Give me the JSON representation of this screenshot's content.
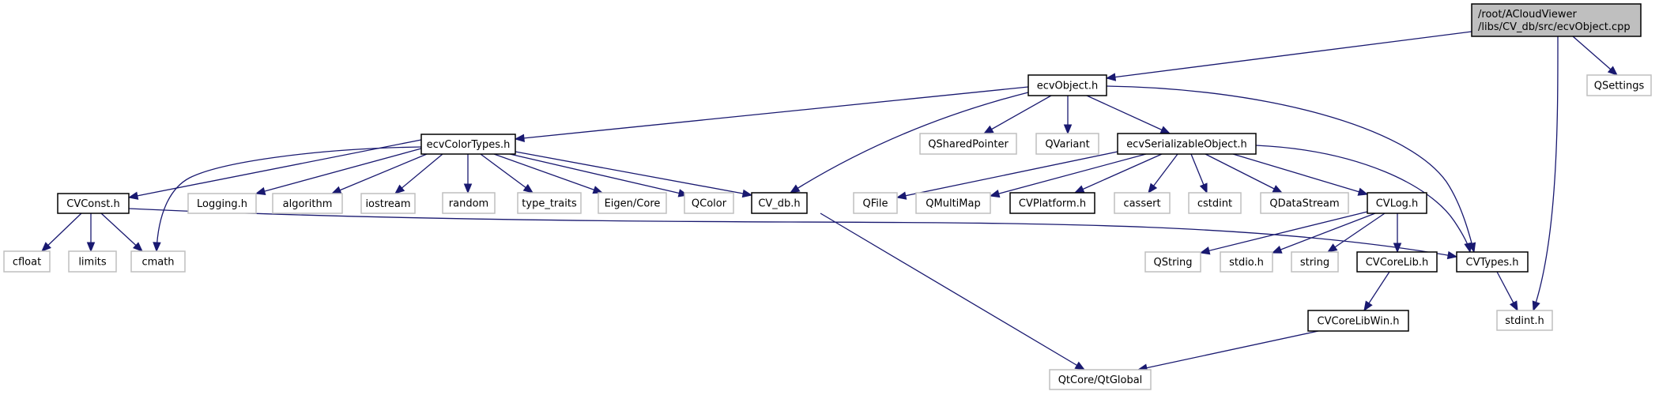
{
  "title": "Include dependency graph for ecvObject.cpp",
  "colors": {
    "edge": "#191970",
    "root_fill": "#bfbfbf",
    "external_border": "#bfbfbf",
    "internal_border": "#000000"
  },
  "nodes": [
    {
      "id": "root",
      "label_lines": [
        "/root/ACloudViewer",
        "/libs/CV_db/src/ecvObject.cpp"
      ],
      "kind": "root"
    },
    {
      "id": "ecvObject_h",
      "label_lines": [
        "ecvObject.h"
      ],
      "kind": "internal"
    },
    {
      "id": "QSettings",
      "label_lines": [
        "QSettings"
      ],
      "kind": "external"
    },
    {
      "id": "ecvColorTypes_h",
      "label_lines": [
        "ecvColorTypes.h"
      ],
      "kind": "internal"
    },
    {
      "id": "QSharedPointer",
      "label_lines": [
        "QSharedPointer"
      ],
      "kind": "external"
    },
    {
      "id": "QVariant",
      "label_lines": [
        "QVariant"
      ],
      "kind": "external"
    },
    {
      "id": "ecvSerializableObject_h",
      "label_lines": [
        "ecvSerializableObject.h"
      ],
      "kind": "internal"
    },
    {
      "id": "CVConst_h",
      "label_lines": [
        "CVConst.h"
      ],
      "kind": "internal"
    },
    {
      "id": "Logging_h",
      "label_lines": [
        "Logging.h"
      ],
      "kind": "external"
    },
    {
      "id": "algorithm",
      "label_lines": [
        "algorithm"
      ],
      "kind": "external"
    },
    {
      "id": "iostream",
      "label_lines": [
        "iostream"
      ],
      "kind": "external"
    },
    {
      "id": "random",
      "label_lines": [
        "random"
      ],
      "kind": "external"
    },
    {
      "id": "type_traits",
      "label_lines": [
        "type_traits"
      ],
      "kind": "external"
    },
    {
      "id": "Eigen_Core",
      "label_lines": [
        "Eigen/Core"
      ],
      "kind": "external"
    },
    {
      "id": "QColor",
      "label_lines": [
        "QColor"
      ],
      "kind": "external"
    },
    {
      "id": "CV_db_h",
      "label_lines": [
        "CV_db.h"
      ],
      "kind": "internal"
    },
    {
      "id": "QFile",
      "label_lines": [
        "QFile"
      ],
      "kind": "external"
    },
    {
      "id": "QMultiMap",
      "label_lines": [
        "QMultiMap"
      ],
      "kind": "external"
    },
    {
      "id": "CVPlatform_h",
      "label_lines": [
        "CVPlatform.h"
      ],
      "kind": "internal"
    },
    {
      "id": "cassert",
      "label_lines": [
        "cassert"
      ],
      "kind": "external"
    },
    {
      "id": "cstdint",
      "label_lines": [
        "cstdint"
      ],
      "kind": "external"
    },
    {
      "id": "QDataStream",
      "label_lines": [
        "QDataStream"
      ],
      "kind": "external"
    },
    {
      "id": "CVLog_h",
      "label_lines": [
        "CVLog.h"
      ],
      "kind": "internal"
    },
    {
      "id": "cfloat",
      "label_lines": [
        "cfloat"
      ],
      "kind": "external"
    },
    {
      "id": "limits",
      "label_lines": [
        "limits"
      ],
      "kind": "external"
    },
    {
      "id": "cmath",
      "label_lines": [
        "cmath"
      ],
      "kind": "external"
    },
    {
      "id": "QString",
      "label_lines": [
        "QString"
      ],
      "kind": "external"
    },
    {
      "id": "stdio_h",
      "label_lines": [
        "stdio.h"
      ],
      "kind": "external"
    },
    {
      "id": "string",
      "label_lines": [
        "string"
      ],
      "kind": "external"
    },
    {
      "id": "CVCoreLib_h",
      "label_lines": [
        "CVCoreLib.h"
      ],
      "kind": "internal"
    },
    {
      "id": "CVTypes_h",
      "label_lines": [
        "CVTypes.h"
      ],
      "kind": "internal"
    },
    {
      "id": "stdint_h",
      "label_lines": [
        "stdint.h"
      ],
      "kind": "external"
    },
    {
      "id": "CVCoreLibWin_h",
      "label_lines": [
        "CVCoreLibWin.h"
      ],
      "kind": "internal"
    },
    {
      "id": "QtCore_QtGlobal",
      "label_lines": [
        "QtCore/QtGlobal"
      ],
      "kind": "external"
    }
  ],
  "edges": [
    {
      "from": "root",
      "to": "ecvObject_h"
    },
    {
      "from": "root",
      "to": "QSettings"
    },
    {
      "from": "root",
      "to": "stdint_h"
    },
    {
      "from": "ecvObject_h",
      "to": "ecvColorTypes_h"
    },
    {
      "from": "ecvObject_h",
      "to": "CV_db_h"
    },
    {
      "from": "ecvObject_h",
      "to": "QSharedPointer"
    },
    {
      "from": "ecvObject_h",
      "to": "QVariant"
    },
    {
      "from": "ecvObject_h",
      "to": "ecvSerializableObject_h"
    },
    {
      "from": "ecvObject_h",
      "to": "CVTypes_h"
    },
    {
      "from": "ecvColorTypes_h",
      "to": "CVConst_h"
    },
    {
      "from": "ecvColorTypes_h",
      "to": "cmath"
    },
    {
      "from": "ecvColorTypes_h",
      "to": "Logging_h"
    },
    {
      "from": "ecvColorTypes_h",
      "to": "algorithm"
    },
    {
      "from": "ecvColorTypes_h",
      "to": "iostream"
    },
    {
      "from": "ecvColorTypes_h",
      "to": "random"
    },
    {
      "from": "ecvColorTypes_h",
      "to": "type_traits"
    },
    {
      "from": "ecvColorTypes_h",
      "to": "Eigen_Core"
    },
    {
      "from": "ecvColorTypes_h",
      "to": "QColor"
    },
    {
      "from": "ecvColorTypes_h",
      "to": "CV_db_h"
    },
    {
      "from": "CVConst_h",
      "to": "cfloat"
    },
    {
      "from": "CVConst_h",
      "to": "limits"
    },
    {
      "from": "CVConst_h",
      "to": "cmath"
    },
    {
      "from": "CVConst_h",
      "to": "CVTypes_h"
    },
    {
      "from": "CV_db_h",
      "to": "QtCore_QtGlobal"
    },
    {
      "from": "ecvSerializableObject_h",
      "to": "QFile"
    },
    {
      "from": "ecvSerializableObject_h",
      "to": "QMultiMap"
    },
    {
      "from": "ecvSerializableObject_h",
      "to": "CVPlatform_h"
    },
    {
      "from": "ecvSerializableObject_h",
      "to": "cassert"
    },
    {
      "from": "ecvSerializableObject_h",
      "to": "cstdint"
    },
    {
      "from": "ecvSerializableObject_h",
      "to": "QDataStream"
    },
    {
      "from": "ecvSerializableObject_h",
      "to": "CVLog_h"
    },
    {
      "from": "ecvSerializableObject_h",
      "to": "CVTypes_h"
    },
    {
      "from": "CVLog_h",
      "to": "QString"
    },
    {
      "from": "CVLog_h",
      "to": "stdio_h"
    },
    {
      "from": "CVLog_h",
      "to": "string"
    },
    {
      "from": "CVLog_h",
      "to": "CVCoreLib_h"
    },
    {
      "from": "CVCoreLib_h",
      "to": "CVCoreLibWin_h"
    },
    {
      "from": "CVCoreLibWin_h",
      "to": "QtCore_QtGlobal"
    },
    {
      "from": "CVTypes_h",
      "to": "stdint_h"
    }
  ]
}
